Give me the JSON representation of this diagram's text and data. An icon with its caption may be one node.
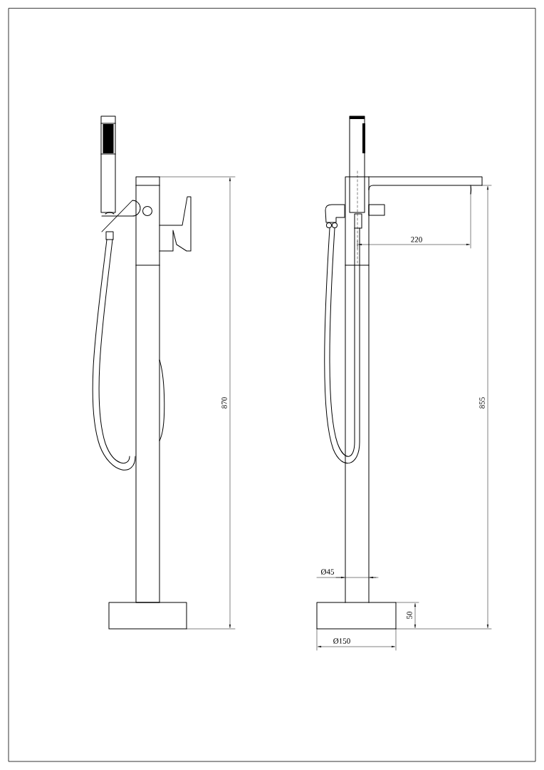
{
  "diagram": {
    "labels": [
      "870",
      "220",
      "855",
      "Ø45",
      "50",
      "Ø150"
    ]
  }
}
